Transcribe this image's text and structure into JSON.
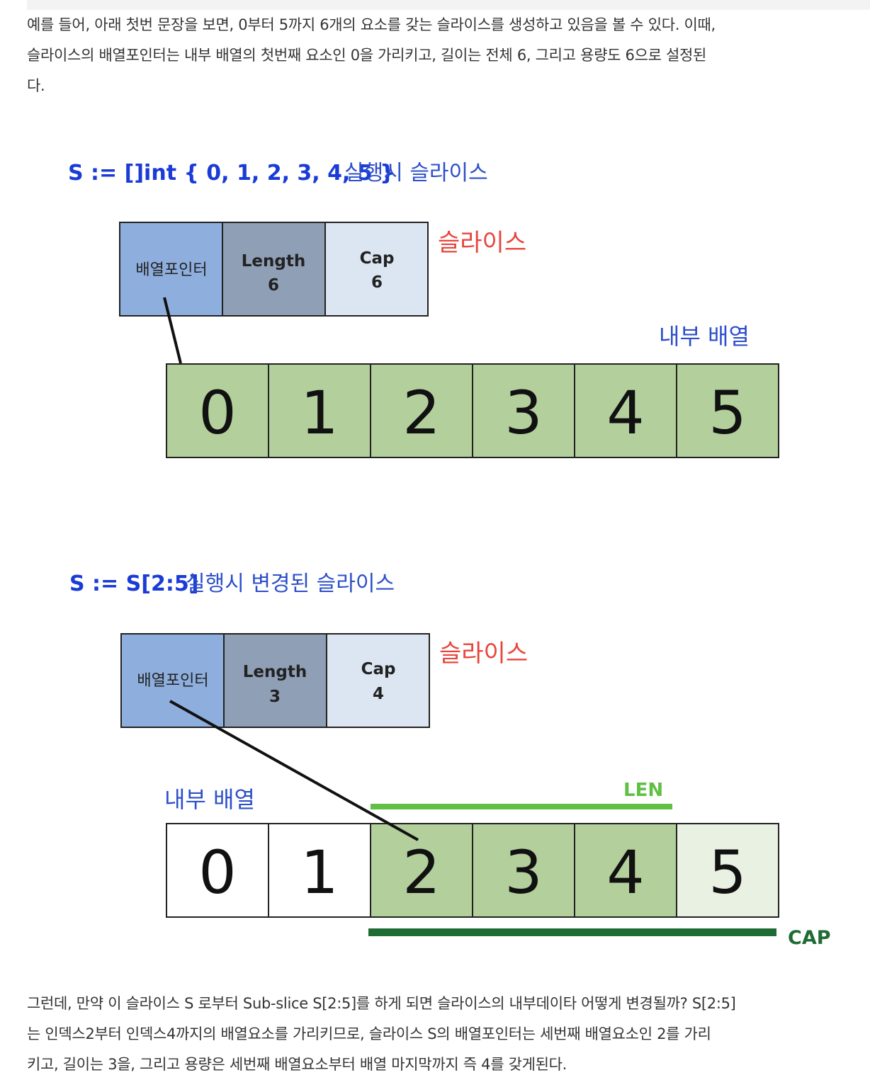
{
  "paragraph1": [
    "예를 들어, 아래 첫번 문장을 보면, 0부터 5까지 6개의 요소를 갖는 슬라이스를 생성하고 있음을 볼 수 있다. 이때,",
    "슬라이스의 배열포인터는 내부 배열의 첫번째 요소인 0을 가리키고, 길이는 전체 6, 그리고 용량도 6으로 설정된",
    "다."
  ],
  "diagram1": {
    "title_code": "S := []int { 0, 1, 2, 3, 4, 5 }",
    "title_text": "실행시 슬라이스",
    "slice_label": "슬라이스",
    "pointer_label": "배열포인터",
    "length_label": "Length",
    "length_value": "6",
    "cap_label": "Cap",
    "cap_value": "6",
    "array_label": "내부 배열",
    "elements": [
      "0",
      "1",
      "2",
      "3",
      "4",
      "5"
    ]
  },
  "diagram2": {
    "title_code": "S := S[2:5]",
    "title_text": "실행시 변경된 슬라이스",
    "slice_label": "슬라이스",
    "pointer_label": "배열포인터",
    "length_label": "Length",
    "length_value": "3",
    "cap_label": "Cap",
    "cap_value": "4",
    "array_label": "내부 배열",
    "elements": [
      "0",
      "1",
      "2",
      "3",
      "4",
      "5"
    ],
    "len_label": "LEN",
    "cap_bar_label": "CAP"
  },
  "paragraph2": [
    "그런데, 만약 이 슬라이스 S 로부터 Sub-slice S[2:5]를 하게 되면 슬라이스의 내부데이타 어떻게 변경될까? S[2:5]",
    "는 인덱스2부터 인덱스4까지의 배열요소를 가리키므로, 슬라이스 S의 배열포인터는 세번째 배열요소인 2를 가리",
    "키고, 길이는 3을, 그리고 용량은 세번째 배열요소부터 배열 마지막까지 즉 4를 갖게된다."
  ],
  "colors": {
    "code_blue": "#1a3bd6",
    "label_blue": "#2d4fc9",
    "slice_red": "#e8453c",
    "pointer_cell": "#8eaede",
    "length_cell": "#8f9fb5",
    "cap_cell": "#dce6f2",
    "array_green": "#b2cf9c",
    "array_light": "#e9f1e2",
    "len_bar": "#5fc043",
    "cap_bar": "#1f6b36"
  }
}
